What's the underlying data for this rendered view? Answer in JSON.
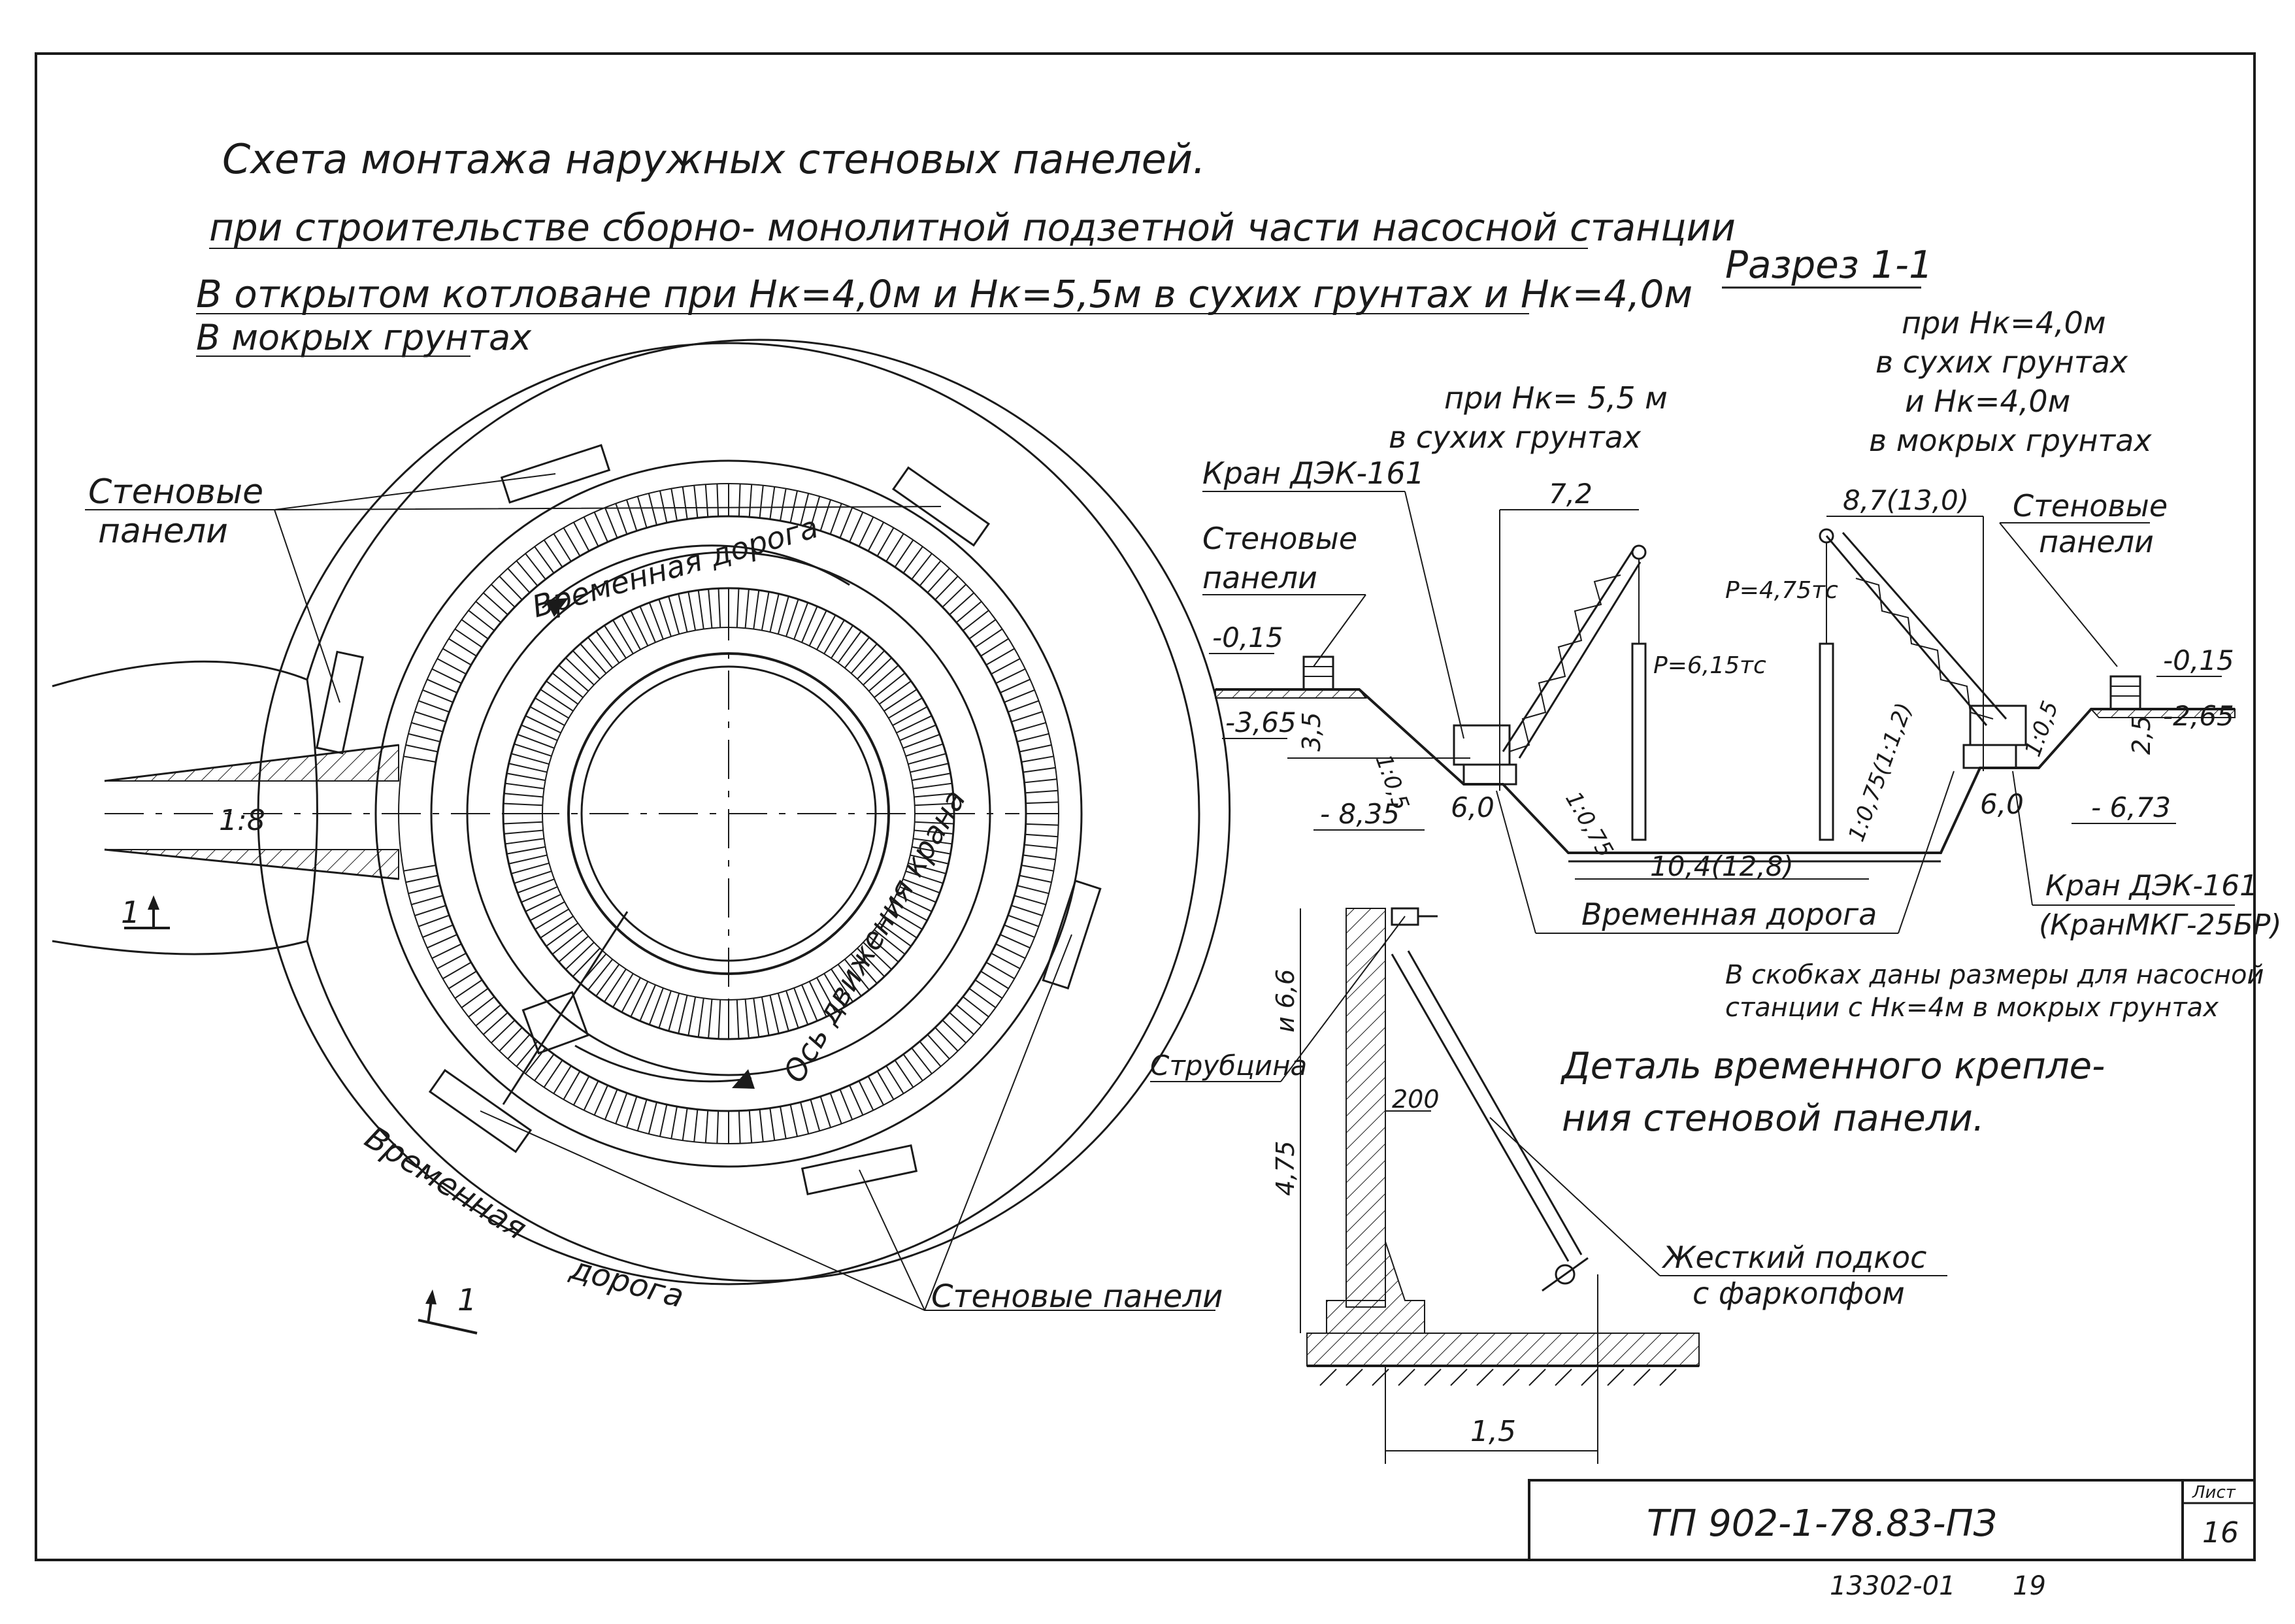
{
  "title": {
    "line1": "Схета монтажа наружных стеновых панелей.",
    "line2": "при строительстве сборно- монолитной подзетной части насосной станции",
    "line3": "В открытом котловане при Нк=4,0м и Нк=5,5м в сухих грунтах и Нк=4,0м",
    "line4": "В мокрых грунтах"
  },
  "plan": {
    "wall_panels_top": [
      "Стеновые",
      "панели"
    ],
    "temp_road_top": "Временная дорога",
    "crane_axis": "Ось движения крана",
    "temp_road_bottom_1": "Временная",
    "temp_road_bottom_2": "дорога",
    "slope": "1:8",
    "section_mark_top": "1",
    "section_mark_bottom": "1",
    "wall_panels_bottom": "Стеновые панели"
  },
  "section": {
    "heading": "Разрез 1-1",
    "left_condition": [
      "при Нк= 5,5 м",
      "в сухих грунтах"
    ],
    "right_condition": [
      "при Нк=4,0м",
      "в сухих грунтах",
      "и Нк=4,0м",
      "в мокрых грунтах"
    ],
    "crane_left": "Кран ДЭК-161",
    "wall_panels_left": [
      "Стеновые",
      "панели"
    ],
    "wall_panels_right": [
      "Стеновые",
      "панели"
    ],
    "dim_7_2": "7,2",
    "dim_8_7": "8,7(13,0)",
    "load_left": "Р=6,15тс",
    "load_right": "Р=4,75тс",
    "elev_left_top": "-0,15",
    "elev_left_mid": "-3,65",
    "elev_left_bottom": "- 8,35",
    "dim_3_5": "3,5",
    "dim_6_0_left": "6,0",
    "dim_6_0_right": "6,0",
    "slope_left_1": "1:0,5",
    "slope_left_2": "1:0,75",
    "slope_right_1": "1:0,75(1:1,2)",
    "slope_right_2": "1:0,5",
    "elev_right_top": "-0,15",
    "elev_right_mid": "-2,65",
    "elev_right_bottom": "- 6,73",
    "dim_2_5": "2,5",
    "dim_bottom": "10,4(12,8)",
    "temp_road": "Временная дорога",
    "crane_right_1": "Кран ДЭК-161",
    "crane_right_2": "(КранМКГ-25БР)",
    "note_1": "В скобках даны размеры для насосной",
    "note_2": "станции с Нк=4м в мокрых грунтах"
  },
  "detail": {
    "heading_1": "Деталь временного крепле-",
    "heading_2": "ния стеновой панели.",
    "strut": "Струбцина",
    "dim_66": "и 6,6",
    "dim_475": "4,75",
    "dim_200": "200",
    "dim_15": "1,5",
    "brace_1": "Жесткий подкос",
    "brace_2": "с фаркопфом"
  },
  "stamp": {
    "code": "ТП 902-1-78.83-ПЗ",
    "sheet_label": "Лист",
    "sheet_no": "16",
    "below_1": "13302-01",
    "below_2": "19"
  }
}
